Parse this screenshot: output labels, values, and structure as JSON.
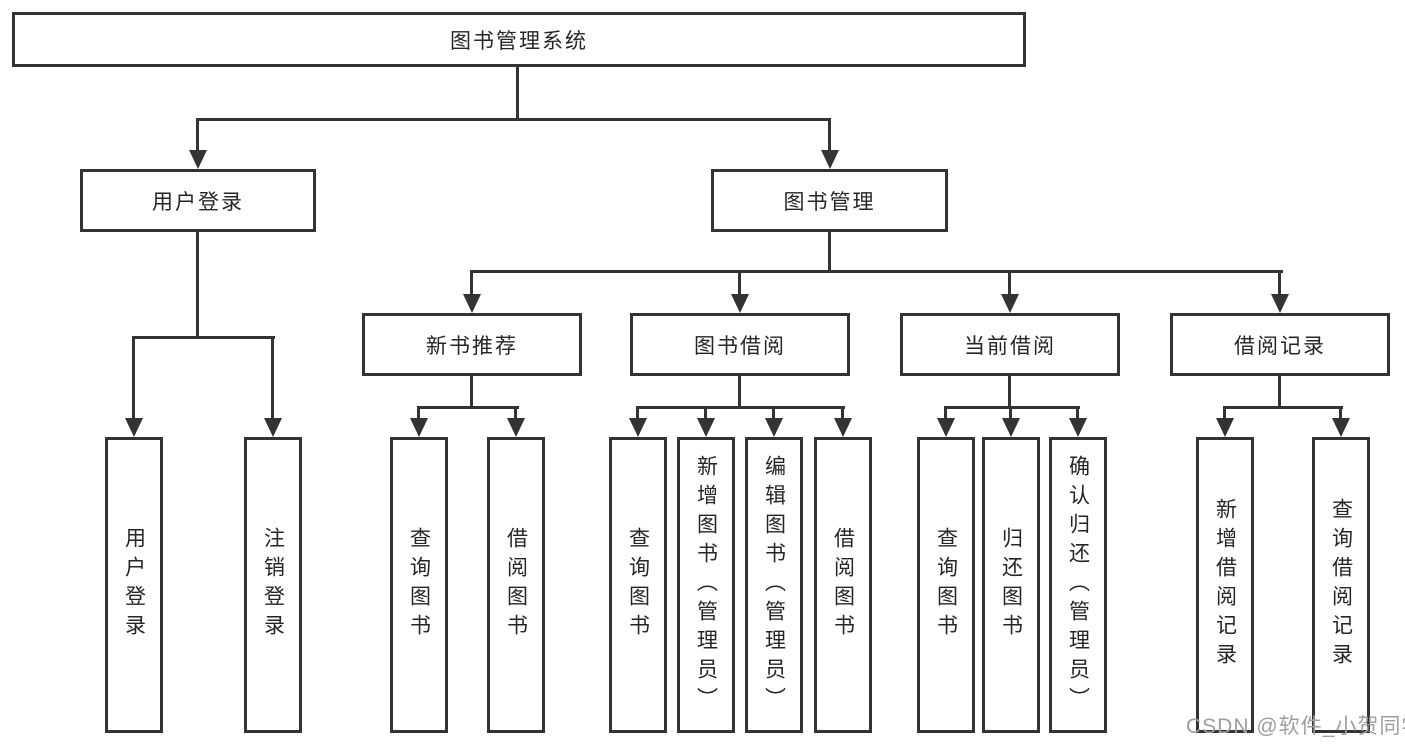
{
  "tree": {
    "root": {
      "label": "图书管理系统"
    },
    "user_login": {
      "label": "用户登录",
      "leaves": [
        "用户登录",
        "注销登录"
      ]
    },
    "book_mgmt": {
      "label": "图书管理"
    },
    "new_books": {
      "label": "新书推荐",
      "leaves": [
        "查询图书",
        "借阅图书"
      ]
    },
    "book_borrow": {
      "label": "图书借阅",
      "leaves": [
        "查询图书",
        "新增图书（管理员）",
        "编辑图书（管理员）",
        "借阅图书"
      ]
    },
    "current_borrow": {
      "label": "当前借阅",
      "leaves": [
        "查询图书",
        "归还图书",
        "确认归还（管理员）"
      ]
    },
    "borrow_records": {
      "label": "借阅记录",
      "leaves": [
        "新增借阅记录",
        "查询借阅记录"
      ]
    }
  },
  "watermark": "CSDN @软件_小贺同学",
  "colors": {
    "line": "#333333",
    "text": "#262626",
    "box_bg": "#ffffff",
    "watermark": "#9e9e9e",
    "background": "#ffffff"
  }
}
